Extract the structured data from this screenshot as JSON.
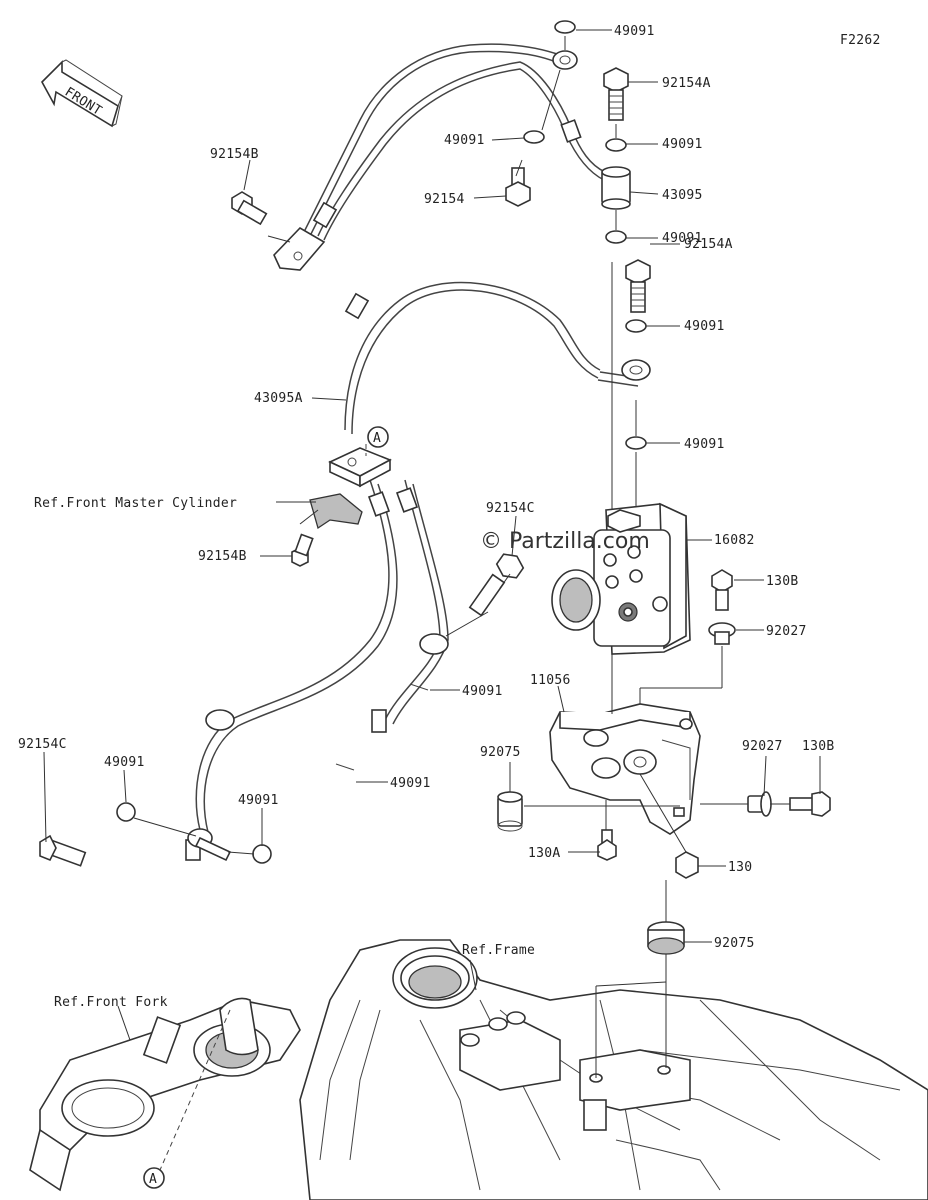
{
  "figure_code": "F2262",
  "front_label": "FRONT",
  "watermark": "© Partzilla.com",
  "callout_letter": "A",
  "references": {
    "master_cylinder": "Ref.Front Master Cylinder",
    "frame": "Ref.Frame",
    "front_fork": "Ref.Front Fork"
  },
  "parts": {
    "p01": "49091",
    "p02": "92154A",
    "p03": "49091",
    "p04": "49091",
    "p05": "43095",
    "p06": "92154B",
    "p07": "92154",
    "p08": "49091",
    "p09": "92154A",
    "p10": "49091",
    "p11": "43095A",
    "p12": "49091",
    "p13": "92154C",
    "p14": "16082",
    "p15": "92154B",
    "p16": "130B",
    "p17": "92027",
    "p18": "49091",
    "p19": "11056",
    "p20": "92154C",
    "p21": "49091",
    "p22": "92075",
    "p23": "92027",
    "p24": "130B",
    "p25": "49091",
    "p26": "49091",
    "p27": "130A",
    "p28": "130",
    "p29": "92075"
  }
}
